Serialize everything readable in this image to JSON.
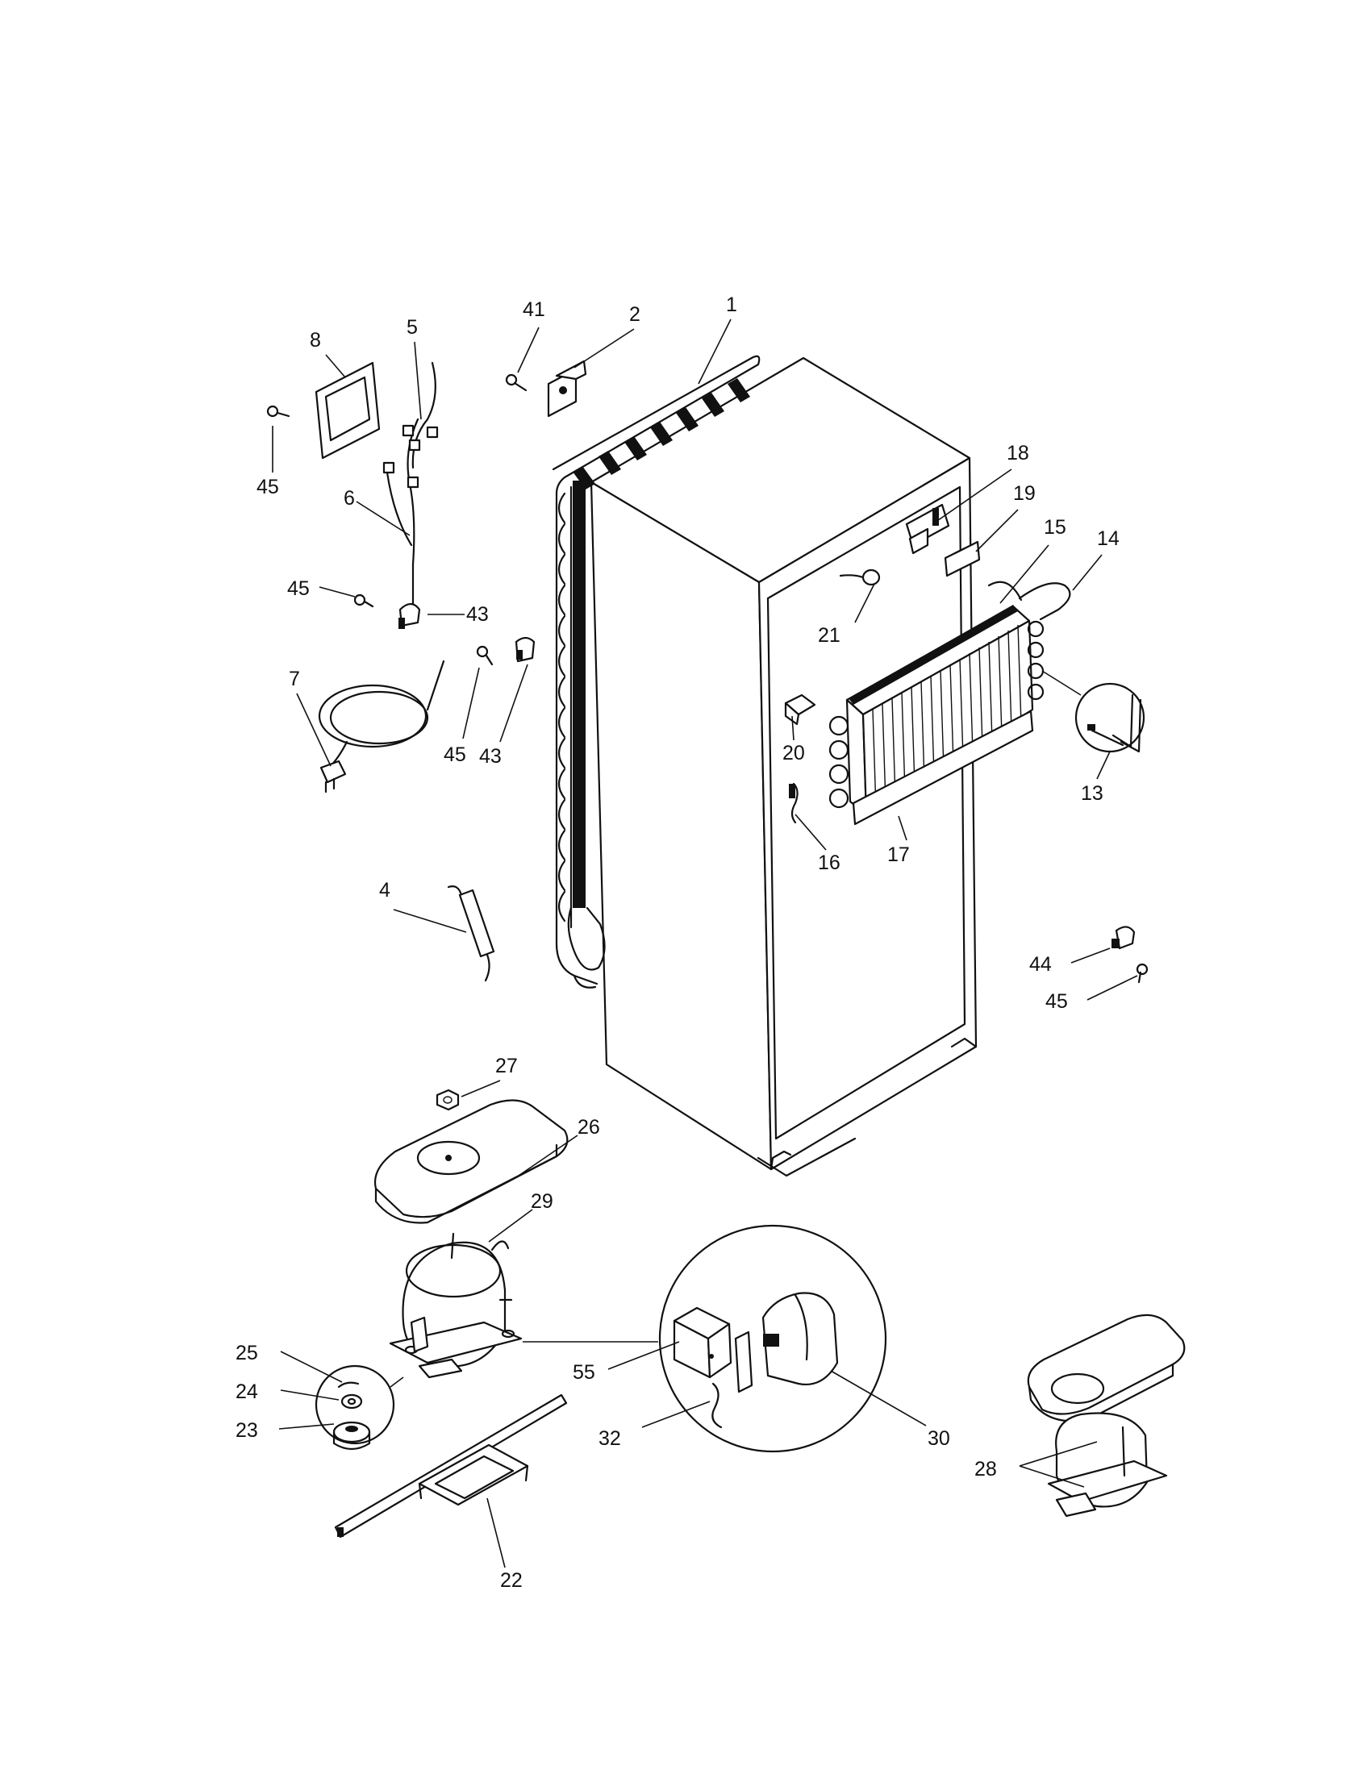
{
  "diagram": {
    "ink_color": "#111111",
    "background": "#ffffff",
    "callouts": [
      {
        "id": "1",
        "text": "1"
      },
      {
        "id": "2",
        "text": "2"
      },
      {
        "id": "4",
        "text": "4"
      },
      {
        "id": "5",
        "text": "5"
      },
      {
        "id": "6",
        "text": "6"
      },
      {
        "id": "7",
        "text": "7"
      },
      {
        "id": "8",
        "text": "8"
      },
      {
        "id": "13",
        "text": "13"
      },
      {
        "id": "14",
        "text": "14"
      },
      {
        "id": "15",
        "text": "15"
      },
      {
        "id": "16",
        "text": "16"
      },
      {
        "id": "17",
        "text": "17"
      },
      {
        "id": "18",
        "text": "18"
      },
      {
        "id": "19",
        "text": "19"
      },
      {
        "id": "20",
        "text": "20"
      },
      {
        "id": "21",
        "text": "21"
      },
      {
        "id": "22",
        "text": "22"
      },
      {
        "id": "23",
        "text": "23"
      },
      {
        "id": "24",
        "text": "24"
      },
      {
        "id": "25",
        "text": "25"
      },
      {
        "id": "26",
        "text": "26"
      },
      {
        "id": "27",
        "text": "27"
      },
      {
        "id": "28",
        "text": "28"
      },
      {
        "id": "29",
        "text": "29"
      },
      {
        "id": "30",
        "text": "30"
      },
      {
        "id": "32",
        "text": "32"
      },
      {
        "id": "41",
        "text": "41"
      },
      {
        "id": "43a",
        "text": "43"
      },
      {
        "id": "43b",
        "text": "43"
      },
      {
        "id": "44",
        "text": "44"
      },
      {
        "id": "45a",
        "text": "45"
      },
      {
        "id": "45b",
        "text": "45"
      },
      {
        "id": "45c",
        "text": "45"
      },
      {
        "id": "45d",
        "text": "45"
      },
      {
        "id": "55",
        "text": "55"
      }
    ]
  }
}
